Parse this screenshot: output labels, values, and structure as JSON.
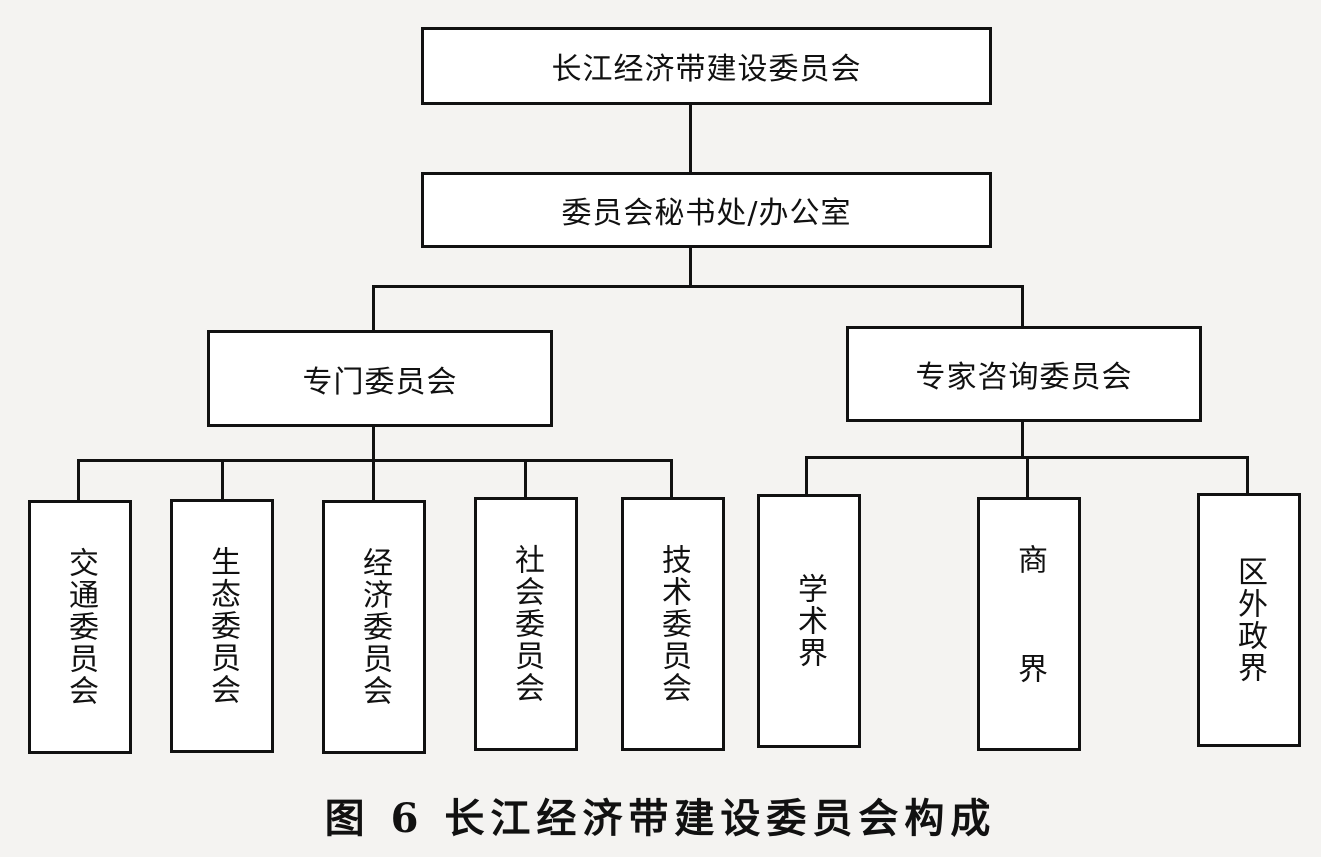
{
  "chart_data": {
    "type": "org-chart",
    "title": "图 6  长江经济带建设委员会构成",
    "root": {
      "label": "长江经济带建设委员会",
      "children": [
        {
          "label": "委员会秘书处/办公室",
          "children": [
            {
              "label": "专门委员会",
              "children": [
                "交通委员会",
                "生态委员会",
                "经济委员会",
                "社会委员会",
                "技术委员会"
              ]
            },
            {
              "label": "专家咨询委员会",
              "children": [
                "学术界",
                "商  界",
                "区外政界"
              ]
            }
          ]
        }
      ]
    }
  }
}
